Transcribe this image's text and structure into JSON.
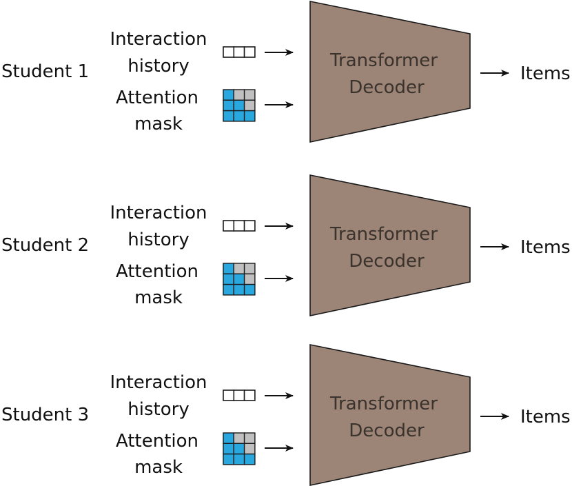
{
  "colors": {
    "decoder_fill": "#9c8576",
    "decoder_stroke": "#1a1a1a",
    "decoder_text": "#3a322c",
    "mask_visible": "#29a8e0",
    "mask_masked": "#c0c0c0",
    "grid_stroke": "#1a1a1a",
    "history_cell": "#ffffff",
    "arrow": "#111111",
    "text": "#111111"
  },
  "mask_pattern": [
    [
      1,
      0,
      0
    ],
    [
      1,
      1,
      0
    ],
    [
      1,
      1,
      1
    ]
  ],
  "history_cells": 3,
  "rows": [
    {
      "student": "Student 1",
      "history_line1": "Interaction",
      "history_line2": "history",
      "mask_line1": "Attention",
      "mask_line2": "mask",
      "decoder_line1": "Transformer",
      "decoder_line2": "Decoder",
      "output": "Items"
    },
    {
      "student": "Student 2",
      "history_line1": "Interaction",
      "history_line2": "history",
      "mask_line1": "Attention",
      "mask_line2": "mask",
      "decoder_line1": "Transformer",
      "decoder_line2": "Decoder",
      "output": "Items"
    },
    {
      "student": "Student 3",
      "history_line1": "Interaction",
      "history_line2": "history",
      "mask_line1": "Attention",
      "mask_line2": "mask",
      "decoder_line1": "Transformer",
      "decoder_line2": "Decoder",
      "output": "Items"
    }
  ]
}
